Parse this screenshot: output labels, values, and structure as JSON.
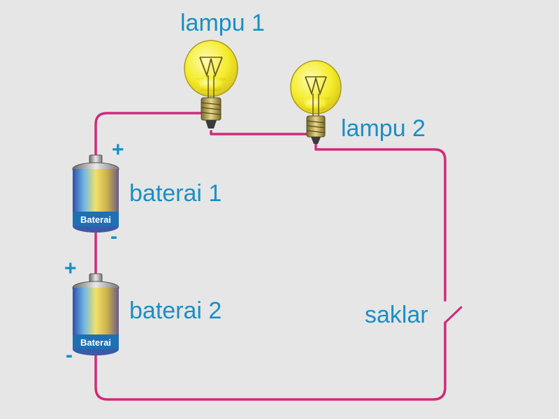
{
  "colors": {
    "background": "#e6e6e6",
    "wire": "#d02a7a",
    "label": "#1a8fc4",
    "bulb_glass": "#f4ec2a",
    "battery_band": "#1f6fb3"
  },
  "labels": {
    "lampu1": "lampu 1",
    "lampu2": "lampu 2",
    "baterai1": "baterai 1",
    "baterai2": "baterai 2",
    "saklar": "saklar"
  },
  "battery1": {
    "text": "Baterai",
    "plus": "+",
    "minus": "-"
  },
  "battery2": {
    "text": "Baterai",
    "plus": "+",
    "minus": "-"
  }
}
